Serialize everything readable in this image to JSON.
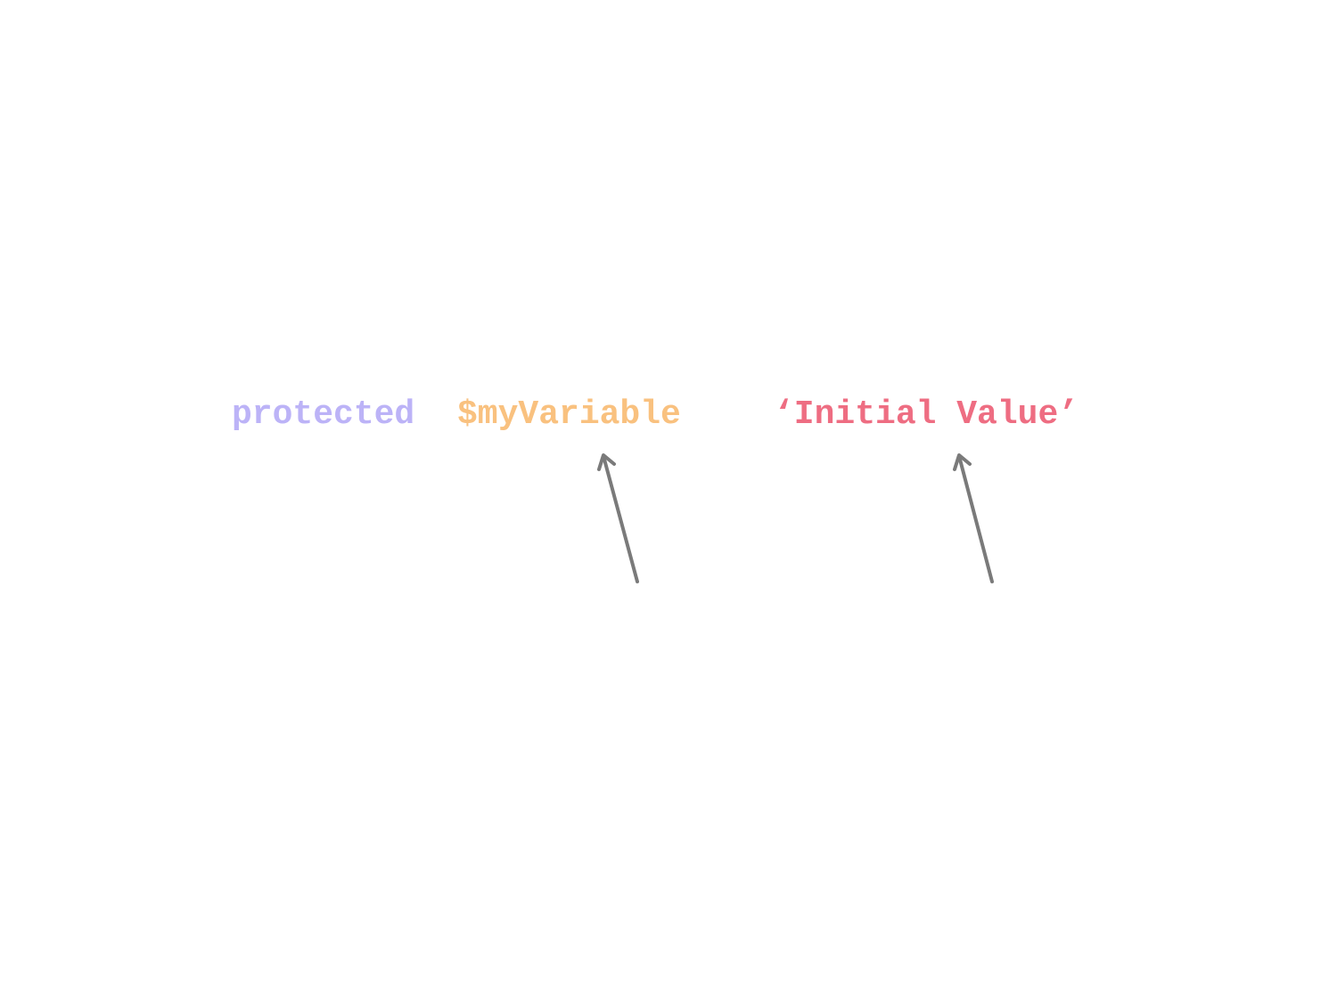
{
  "code_line": {
    "keyword": "protected",
    "variable": "$myVariable",
    "value": "‘Initial Value’"
  },
  "colors": {
    "keyword": "#bcb3f7",
    "variable": "#f9c17f",
    "value": "#ee6d82",
    "arrow": "#7a7a7a",
    "background": "#ffffff"
  },
  "annotations": [
    {
      "target": "variable",
      "icon": "arrow-up-icon"
    },
    {
      "target": "value",
      "icon": "arrow-up-icon"
    }
  ]
}
